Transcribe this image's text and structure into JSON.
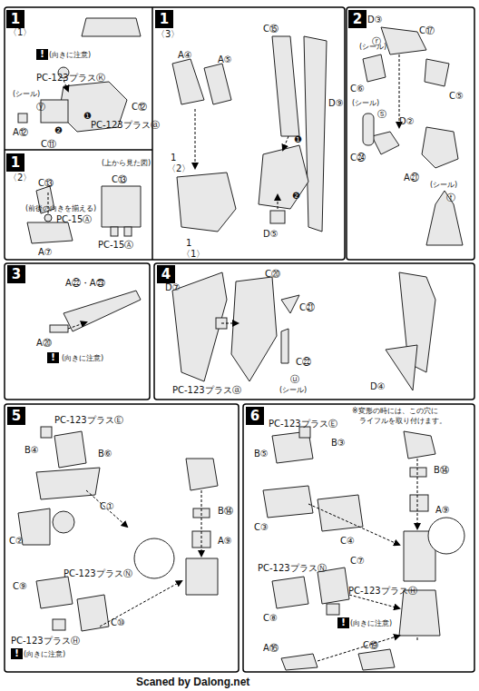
{
  "diagram": {
    "nodes": [
      {
        "text": [
          "1"
        ]
      },
      {
        "text": [
          "1"
        ]
      },
      {
        "text": [
          "1"
        ]
      },
      {
        "text": [
          "2"
        ]
      },
      {
        "text": [
          "3"
        ]
      },
      {
        "text": [
          "4"
        ]
      },
      {
        "text": [
          "5"
        ]
      },
      {
        "text": [
          "6"
        ]
      }
    ],
    "labels": [
      "〈1〉",
      "!",
      "(向きに注意)",
      "PC-123プラスⓀ",
      "(シール)",
      "ⓨ",
      "❶",
      "❷",
      "C⑫",
      "PC-123プラスⓐ",
      "A⑫",
      "C⑪",
      "〈2〉",
      "C⑬",
      "(前後の向きを揃える)",
      "PC-15Ⓐ",
      "A⑦",
      "(上から見た図)",
      "C⑬",
      "PC-15Ⓐ",
      "〈3〉",
      "A④",
      "A⑤",
      "1",
      "〈2〉",
      "1",
      "〈1〉",
      "C⑮",
      "D⑨",
      "❶",
      "❷",
      "D⑤",
      "D③",
      "ⓡ",
      "(シール)",
      "C⑰",
      "C⑥",
      "C⑤",
      "(シール)",
      "ⓢ",
      "D②",
      "C㉔",
      "A㉑",
      "ⓣ",
      "(シール)",
      "A㉒・A㉓",
      "A⑳",
      "!",
      "(向きに注意)",
      "D⑦",
      "C⑳",
      "C㉑",
      "C㉒",
      "PC-123プラスⓐ",
      "ⓤ",
      "(シール)",
      "D④",
      "PC-123プラスⒺ",
      "B④",
      "B⑥",
      "C①",
      "C②",
      "B⑭",
      "A⑨",
      "C⑨",
      "PC-123プラスⓃ",
      "C⑩",
      "PC-123プラスⒽ",
      "!",
      "(向きに注意)",
      "※変形の時には、この穴に",
      "ライフルを取り付けます。",
      "PC-123プラスⒺ",
      "B⑤",
      "B③",
      "C③",
      "C④",
      "B⑭",
      "A⑨",
      "PC-123プラスⓃ",
      "C⑦",
      "C⑧",
      "PC-123プラスⒽ",
      "!",
      "(向きに注意)",
      "A⑯",
      "C⑲",
      "Scaned by Dalong.net"
    ]
  }
}
